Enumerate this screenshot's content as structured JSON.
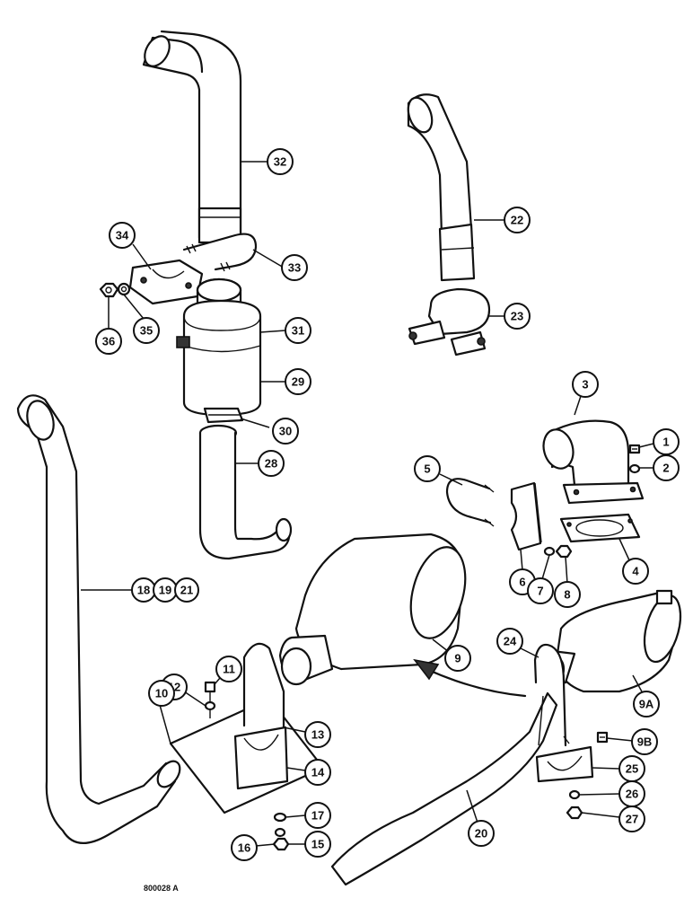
{
  "figure_id": "800028 A",
  "callouts": {
    "c1": "1",
    "c2": "2",
    "c3": "3",
    "c4": "4",
    "c5": "5",
    "c6": "6",
    "c7": "7",
    "c8": "8",
    "c9": "9",
    "c9a": "9A",
    "c9b": "9B",
    "c10": "10",
    "c11": "11",
    "c12": "12",
    "c13": "13",
    "c14": "14",
    "c15": "15",
    "c16": "16",
    "c17": "17",
    "c18": "18",
    "c19": "19",
    "c20": "20",
    "c21": "21",
    "c22": "22",
    "c23": "23",
    "c24": "24",
    "c25": "25",
    "c26": "26",
    "c27": "27",
    "c28": "28",
    "c29": "29",
    "c30": "30",
    "c31": "31",
    "c32": "32",
    "c33": "33",
    "c34": "34",
    "c35": "35",
    "c36": "36"
  }
}
